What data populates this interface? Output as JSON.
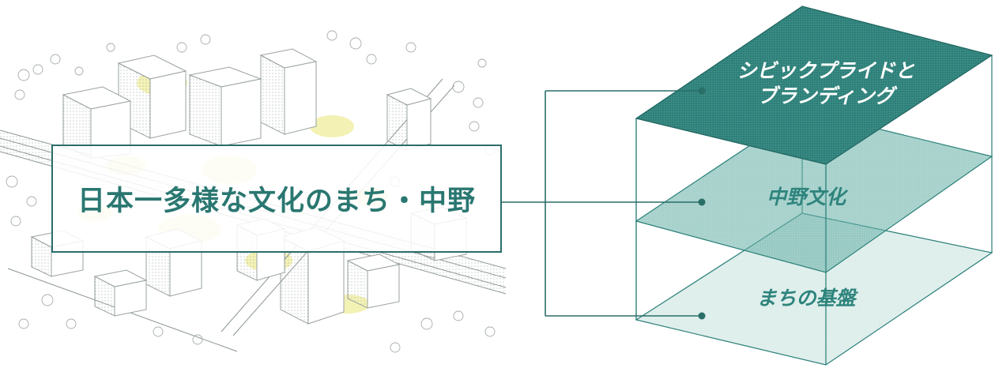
{
  "main_title": "日本一多様な文化のまち・中野",
  "layers": [
    {
      "line1": "シビックプライドと",
      "line2": "ブランディング"
    },
    {
      "line1": "中野文化"
    },
    {
      "line1": "まちの基盤"
    }
  ],
  "colors": {
    "teal_dark": "#2a7f78",
    "teal_line": "#2a6e68",
    "teal_mid": "#5ba9a0",
    "teal_light": "#d7ebe8",
    "sketch_yellow": "#f0eea0",
    "sketch_gray": "#9aa3a0"
  }
}
